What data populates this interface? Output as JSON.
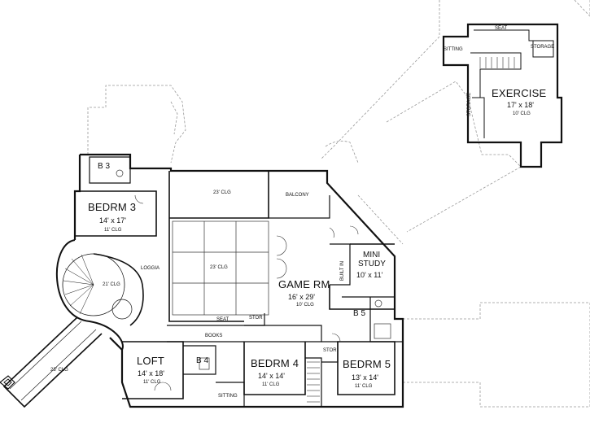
{
  "plan": {
    "exercise": {
      "name": "EXERCISE",
      "size": "17' x 18'",
      "clg": "10' CLG"
    },
    "seat_top": "SEAT",
    "sitting_top": "SITTING",
    "storage_top": "STORAGE",
    "storage_side": "STORAGE",
    "b3": "B 3",
    "bedrm3": {
      "name": "BEDRM 3",
      "size": "14' x 17'",
      "clg": "11' CLG"
    },
    "clg23_top": "23' CLG",
    "balcony": "BALCONY",
    "loggia": "LOGGIA",
    "clg21": "21' CLG",
    "clg23_mid": "23' CLG",
    "game_rm": {
      "name": "GAME RM",
      "size": "16' x 29'",
      "clg": "10' CLG"
    },
    "built_in": "BUILT IN",
    "mini_study": {
      "name1": "MINI",
      "name2": "STUDY",
      "size": "10' x 11'"
    },
    "seat_mid": "SEAT",
    "stor_mid": "STOR",
    "b5": "B 5",
    "books": "BOOKS",
    "stor_right": "STOR",
    "loft": {
      "name": "LOFT",
      "size": "14' x 18'",
      "clg": "11' CLG"
    },
    "b4": "B 4",
    "bedrm4": {
      "name": "BEDRM 4",
      "size": "14' x 14'",
      "clg": "11' CLG"
    },
    "bedrm5": {
      "name": "BEDRM 5",
      "size": "13' x 14'",
      "clg": "11' CLG"
    },
    "sitting_bottom": "SITTING",
    "clg23_bottom": "23' CLG"
  }
}
